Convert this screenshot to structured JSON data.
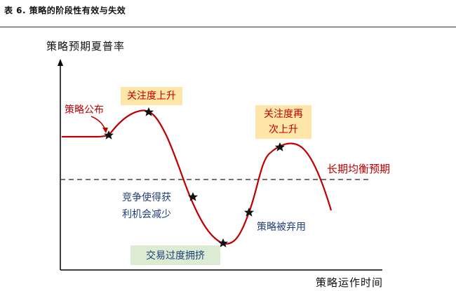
{
  "caption": "表 6. 策略的阶段性有效与失效",
  "y_axis_title": "策略预期夏普率",
  "x_axis_title": "策略运作时间",
  "baseline_label": "长期均衡预期",
  "labels": {
    "policy_announce": "策略公布",
    "attention_rise": "关注度上升",
    "competition": "竞争使得获\n利机会减少",
    "crowding": "交易过度拥挤",
    "abandoned": "策略被弃用",
    "attention_again": "关注度再\n次上升"
  },
  "colors": {
    "curve": "#c00000",
    "baseline": "#444444",
    "axis": "#000000",
    "orange_box": "#fde6a8",
    "green_box": "#dcecd3"
  }
}
